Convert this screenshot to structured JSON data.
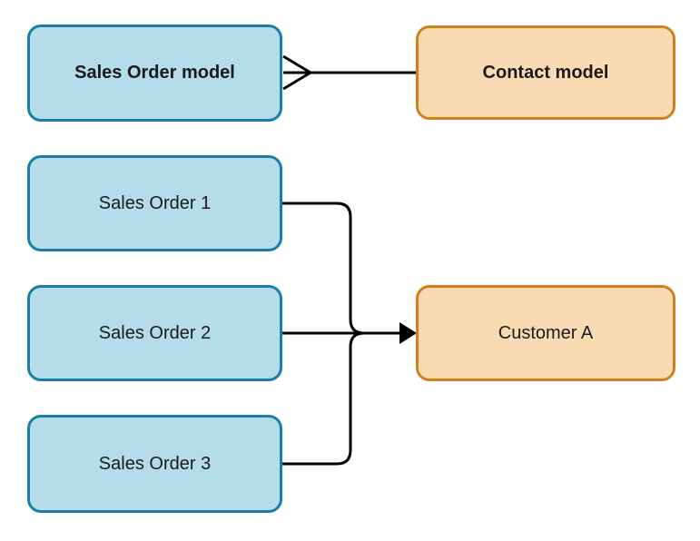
{
  "diagram": {
    "description": "Entity relationship diagram: many sales orders relate to one contact (many2one)",
    "nodes": [
      {
        "id": "sales-order-model",
        "label": "Sales Order model",
        "style": "blue model"
      },
      {
        "id": "contact-model",
        "label": "Contact model",
        "style": "orange model"
      },
      {
        "id": "sales-order-1",
        "label": "Sales Order 1",
        "style": "blue record"
      },
      {
        "id": "sales-order-2",
        "label": "Sales Order 2",
        "style": "blue record"
      },
      {
        "id": "sales-order-3",
        "label": "Sales Order 3",
        "style": "blue record"
      },
      {
        "id": "customer-a",
        "label": "Customer A",
        "style": "orange record"
      }
    ],
    "edges": [
      {
        "from": "sales-order-model",
        "to": "contact-model",
        "marker": "crow-foot-on-many-side"
      },
      {
        "from": "sales-order-1",
        "to": "customer-a",
        "marker": "arrow"
      },
      {
        "from": "sales-order-2",
        "to": "customer-a",
        "marker": "arrow"
      },
      {
        "from": "sales-order-3",
        "to": "customer-a",
        "marker": "arrow"
      }
    ],
    "colors": {
      "blue_fill": "#b5dcea",
      "blue_border": "#1b7ea9",
      "orange_fill": "#f8dbb2",
      "orange_border": "#d0811e",
      "line": "#000000",
      "text": "#1a1a1a"
    }
  }
}
